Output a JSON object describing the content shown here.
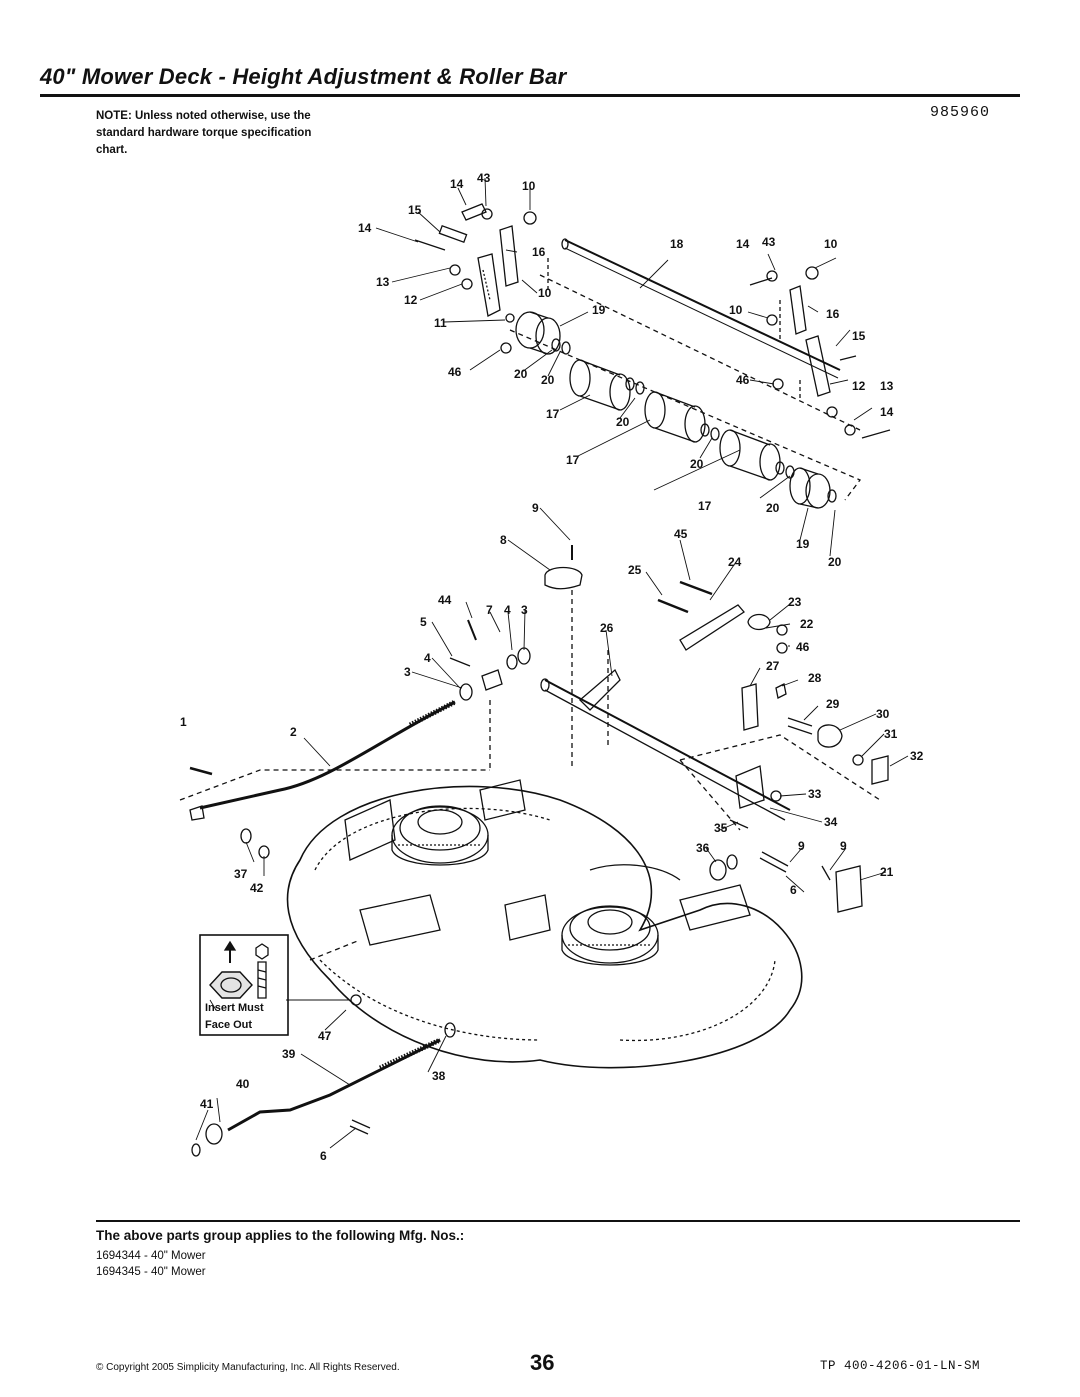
{
  "header": {
    "title": "40\" Mower Deck - Height Adjustment & Roller Bar",
    "diagram_number": "985960"
  },
  "note": {
    "text": "NOTE: Unless noted otherwise, use the standard hardware torque specification chart."
  },
  "inset": {
    "label_line1": "Insert Must",
    "label_line2": "Face Out"
  },
  "callouts": {
    "c1": "1",
    "c2": "2",
    "c3": "3",
    "c3b": "3",
    "c4": "4",
    "c4b": "4",
    "c5": "5",
    "c6": "6",
    "c6b": "6",
    "c7": "7",
    "c8": "8",
    "c9": "9",
    "c9b": "9",
    "c9c": "9",
    "c10": "10",
    "c10b": "10",
    "c10c": "10",
    "c10d": "10",
    "c11": "11",
    "c12": "12",
    "c12b": "12",
    "c13": "13",
    "c13b": "13",
    "c14": "14",
    "c14b": "14",
    "c14c": "14",
    "c14d": "14",
    "c15": "15",
    "c15b": "15",
    "c16": "16",
    "c16b": "16",
    "c17": "17",
    "c17b": "17",
    "c17c": "17",
    "c18": "18",
    "c19": "19",
    "c19b": "19",
    "c20": "20",
    "c20b": "20",
    "c20c": "20",
    "c20d": "20",
    "c20e": "20",
    "c20f": "20",
    "c21": "21",
    "c22": "22",
    "c23": "23",
    "c24": "24",
    "c25": "25",
    "c26": "26",
    "c27": "27",
    "c28": "28",
    "c29": "29",
    "c30": "30",
    "c31": "31",
    "c32": "32",
    "c33": "33",
    "c34": "34",
    "c35": "35",
    "c36": "36",
    "c37": "37",
    "c38": "38",
    "c39": "39",
    "c40": "40",
    "c41": "41",
    "c42": "42",
    "c43": "43",
    "c43b": "43",
    "c44": "44",
    "c45": "45",
    "c46": "46",
    "c46b": "46",
    "c46c": "46",
    "c47": "47"
  },
  "footer": {
    "applies_heading": "The above parts group applies to the following Mfg. Nos.:",
    "mfg_numbers": [
      "1694344 - 40\" Mower",
      "1694345 - 40\" Mower"
    ],
    "copyright": "© Copyright 2005 Simplicity Manufacturing, Inc. All Rights Reserved.",
    "page_number": "36",
    "doc_code": "TP 400-4206-01-LN-SM"
  }
}
